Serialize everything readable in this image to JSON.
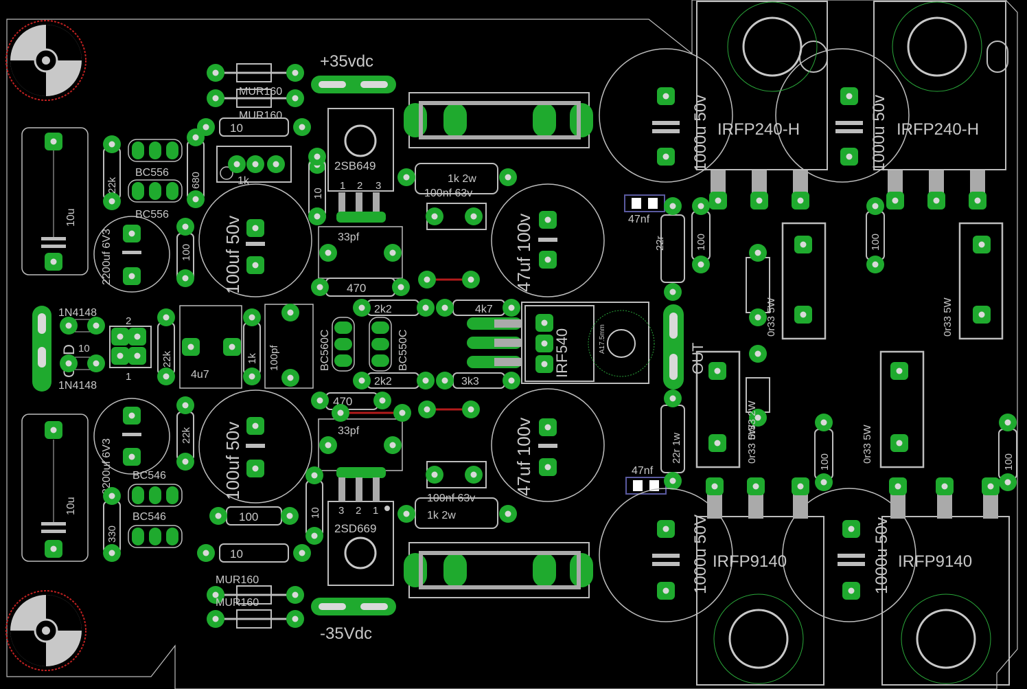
{
  "colors": {
    "background": "#000000",
    "silkscreen": "#c8c8c8",
    "outline": "#bdbdbd",
    "pad": "#1faa2e",
    "pad_hole": "#d9d9d9",
    "trace": "#b31b1b",
    "mount_red": "#c02020",
    "heatsink_green": "#2aa83a",
    "part_box": "#5a5aa0"
  },
  "labels": {
    "pos_supply": "+35vdc",
    "neg_supply": "-35Vdc",
    "gnd": "GND",
    "out": "OUT",
    "d1": "MUR160",
    "d2": "MUR160",
    "d3": "MUR160",
    "d4": "MUR160",
    "r10a": "10",
    "r10b": "10",
    "r10c": "10",
    "r10d": "10",
    "pot1k": "1k",
    "q_2sb649": "2SB649",
    "q_2sd669": "2SD669",
    "pin1": "1",
    "pin2": "2",
    "pin3": "3",
    "r1k2w_top": "1k 2w",
    "r1k2w_bot": "1k 2w",
    "c100nf_top": "100nf 63v",
    "c100nf_bot": "100nf 63v",
    "r22k_a": "22k",
    "r22k_b": "22k",
    "r22k_c": "22k",
    "bc556_a": "BC556",
    "bc556_b": "BC556",
    "bc546_a": "BC546",
    "bc546_b": "BC546",
    "r680": "680",
    "r330": "330",
    "c10u_a": "10u",
    "c10u_b": "10u",
    "c2200_a": "2200uf 6V3",
    "c2200_b": "2200uf 6V3",
    "r100_a": "100",
    "r100_b": "100",
    "c100uf_a": "100uf 50v",
    "c100uf_b": "100uf 50v",
    "c33pf_a": "33pf",
    "c33pf_b": "33pf",
    "r470_a": "470",
    "r470_b": "470",
    "c47uf_a": "47uf 100v",
    "c47uf_b": "47uf 100v",
    "d1n4148_a": "1N4148",
    "d1n4148_b": "1N4148",
    "r10_mid": "10",
    "c4u7": "4u7",
    "r1k_mid": "1k",
    "c100pf": "100pf",
    "bc560c": "BC560C",
    "bc550c": "BC550C",
    "r2k2_a": "2k2",
    "r2k2_b": "2k2",
    "r4k7": "4k7",
    "r3k3": "3k3",
    "irf540": "IRF540",
    "heatsink": "A17.5mm",
    "c47nf_a": "47nf",
    "c47nf_b": "47nf",
    "r22r_a": "22r",
    "r22r1w": "22r 1w",
    "c1000u_a": "1000u 50v",
    "c1000u_b": "1000u 50v",
    "c1000u_c": "1000u 50V",
    "c1000u_d": "1000u 50v",
    "irfp240_a": "IRFP240-H",
    "irfp240_b": "IRFP240-H",
    "irfp9140_a": "IRFP9140",
    "irfp9140_b": "IRFP9140",
    "r100_out_a": "100",
    "r100_out_b": "100",
    "r100_out_c": "100",
    "r100_out_d": "100",
    "r0r33_a": "0r33 5W",
    "r0r33_b": "0r33 5W",
    "r0r33_c": "0r33 5W",
    "r0r33_d": "0r33 5W",
    "r0r33_2w": "0r33 2W",
    "conn_pin1": "1",
    "conn_pin2": "2"
  }
}
